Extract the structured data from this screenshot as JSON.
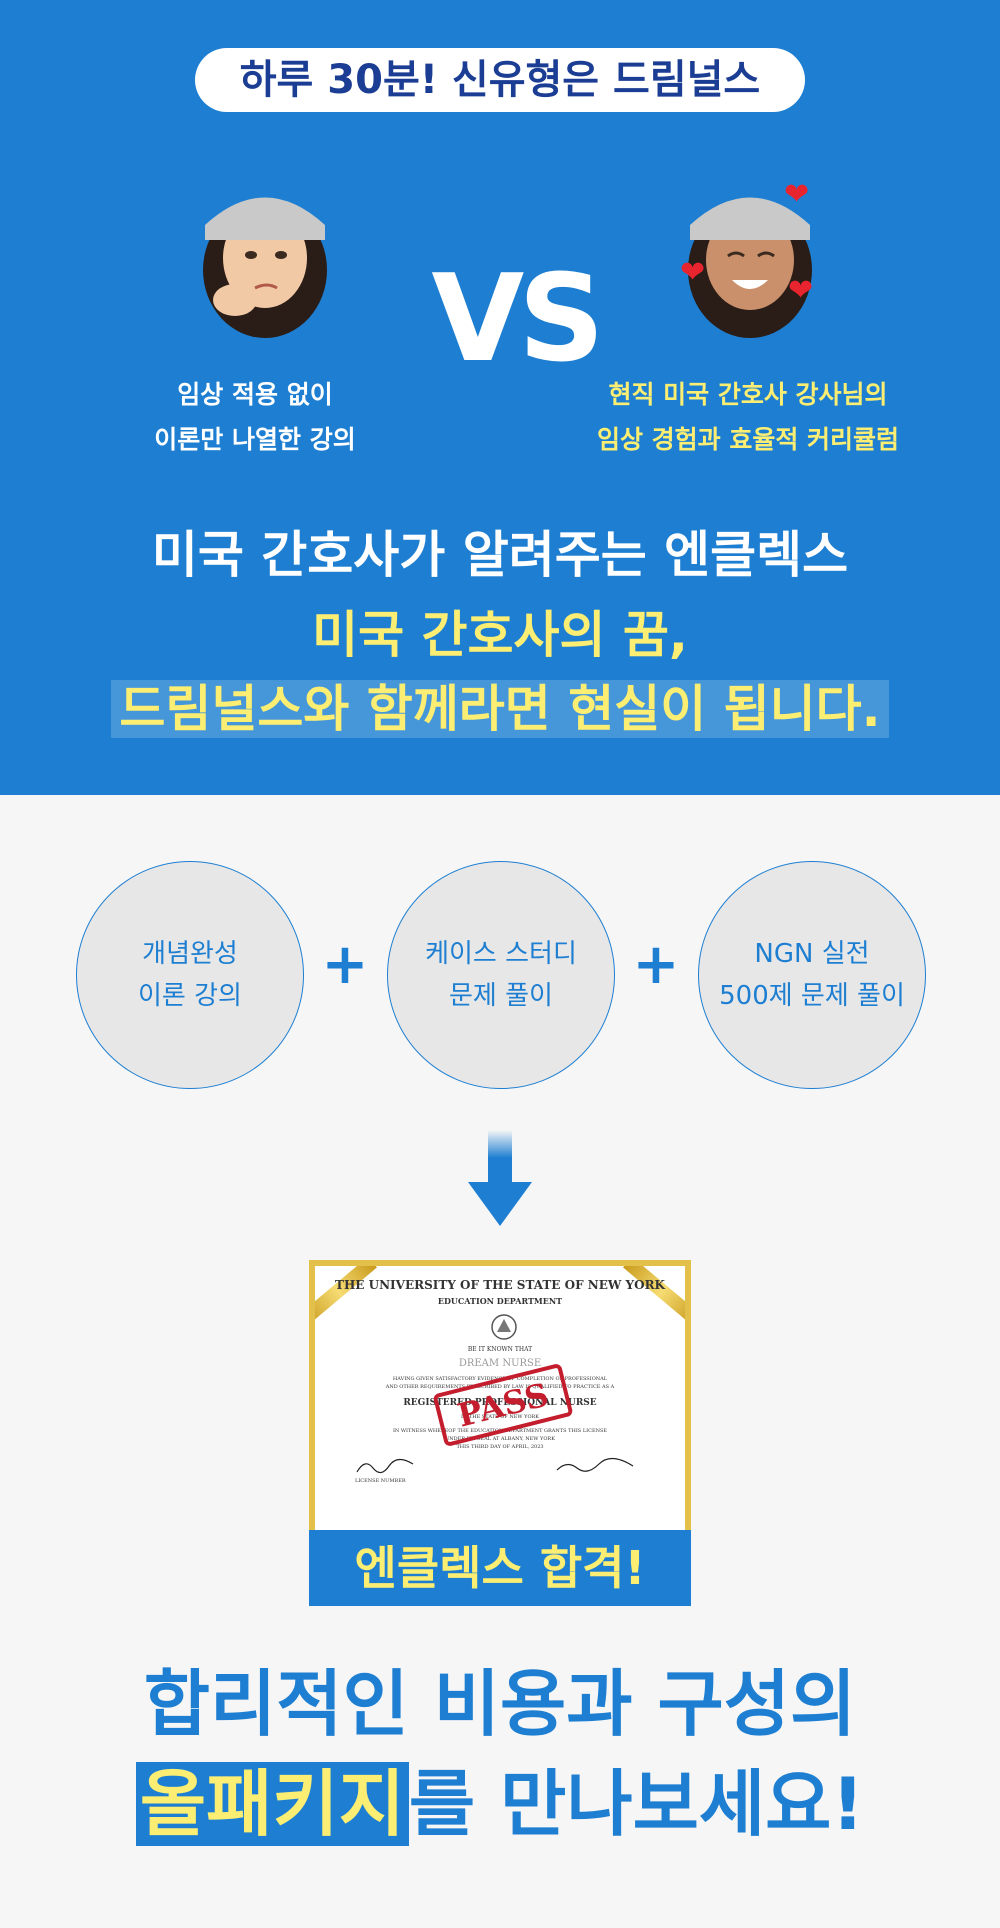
{
  "header": {
    "pill_text": "하루 30분! 신유형은 드림널스",
    "vs_text": "VS",
    "left_caption": [
      "임상 적용 없이",
      "이론만 나열한 강의"
    ],
    "right_caption": [
      "현직 미국 간호사 강사님의",
      "임상 경험과 효율적 커리큘럼"
    ]
  },
  "headline": {
    "line1": "미국 간호사가 알려주는 엔클렉스",
    "line2": "미국 간호사의 꿈,",
    "line3": "드림널스와 함께라면 현실이 됩니다."
  },
  "circles": [
    {
      "line1": "개념완성",
      "line2": "이론 강의"
    },
    {
      "line1": "케이스 스터디",
      "line2": "문제 풀이"
    },
    {
      "line1": "NGN 실전",
      "line2": "500제 문제 풀이"
    }
  ],
  "plus_symbol": "+",
  "certificate": {
    "university": "THE UNIVERSITY OF THE STATE OF NEW YORK",
    "department": "EDUCATION DEPARTMENT",
    "known": "BE IT KNOWN THAT",
    "name": "DREAM NURSE",
    "having": "HAVING GIVEN SATISFACTORY EVIDENCE OF COMPLETION OF PROFESSIONAL",
    "other": "AND OTHER REQUIREMENTS PRESCRIBED BY LAW IS QUALIFIED TO PRACTICE AS A",
    "title": "REGISTERED PROFESSIONAL NURSE",
    "state": "IN THE STATE OF NEW YORK",
    "witness": "IN WITNESS WHEREOF THE EDUCATION DEPARTMENT GRANTS THIS LICENSE",
    "seal": "UNDER ITS SEAL AT ALBANY, NEW YORK",
    "date": "THIS THIRD DAY OF APRIL, 2023",
    "license": "LICENSE NUMBER",
    "stamp": "PASS",
    "banner": "엔클렉스 합격!"
  },
  "bottom": {
    "line1": "합리적인 비용과 구성의",
    "line2_highlight": "올패키지",
    "line2_rest": "를 만나보세요!"
  },
  "colors": {
    "blue": "#1e7fd2",
    "yellow": "#fbee72",
    "navy": "#1b3d93"
  }
}
